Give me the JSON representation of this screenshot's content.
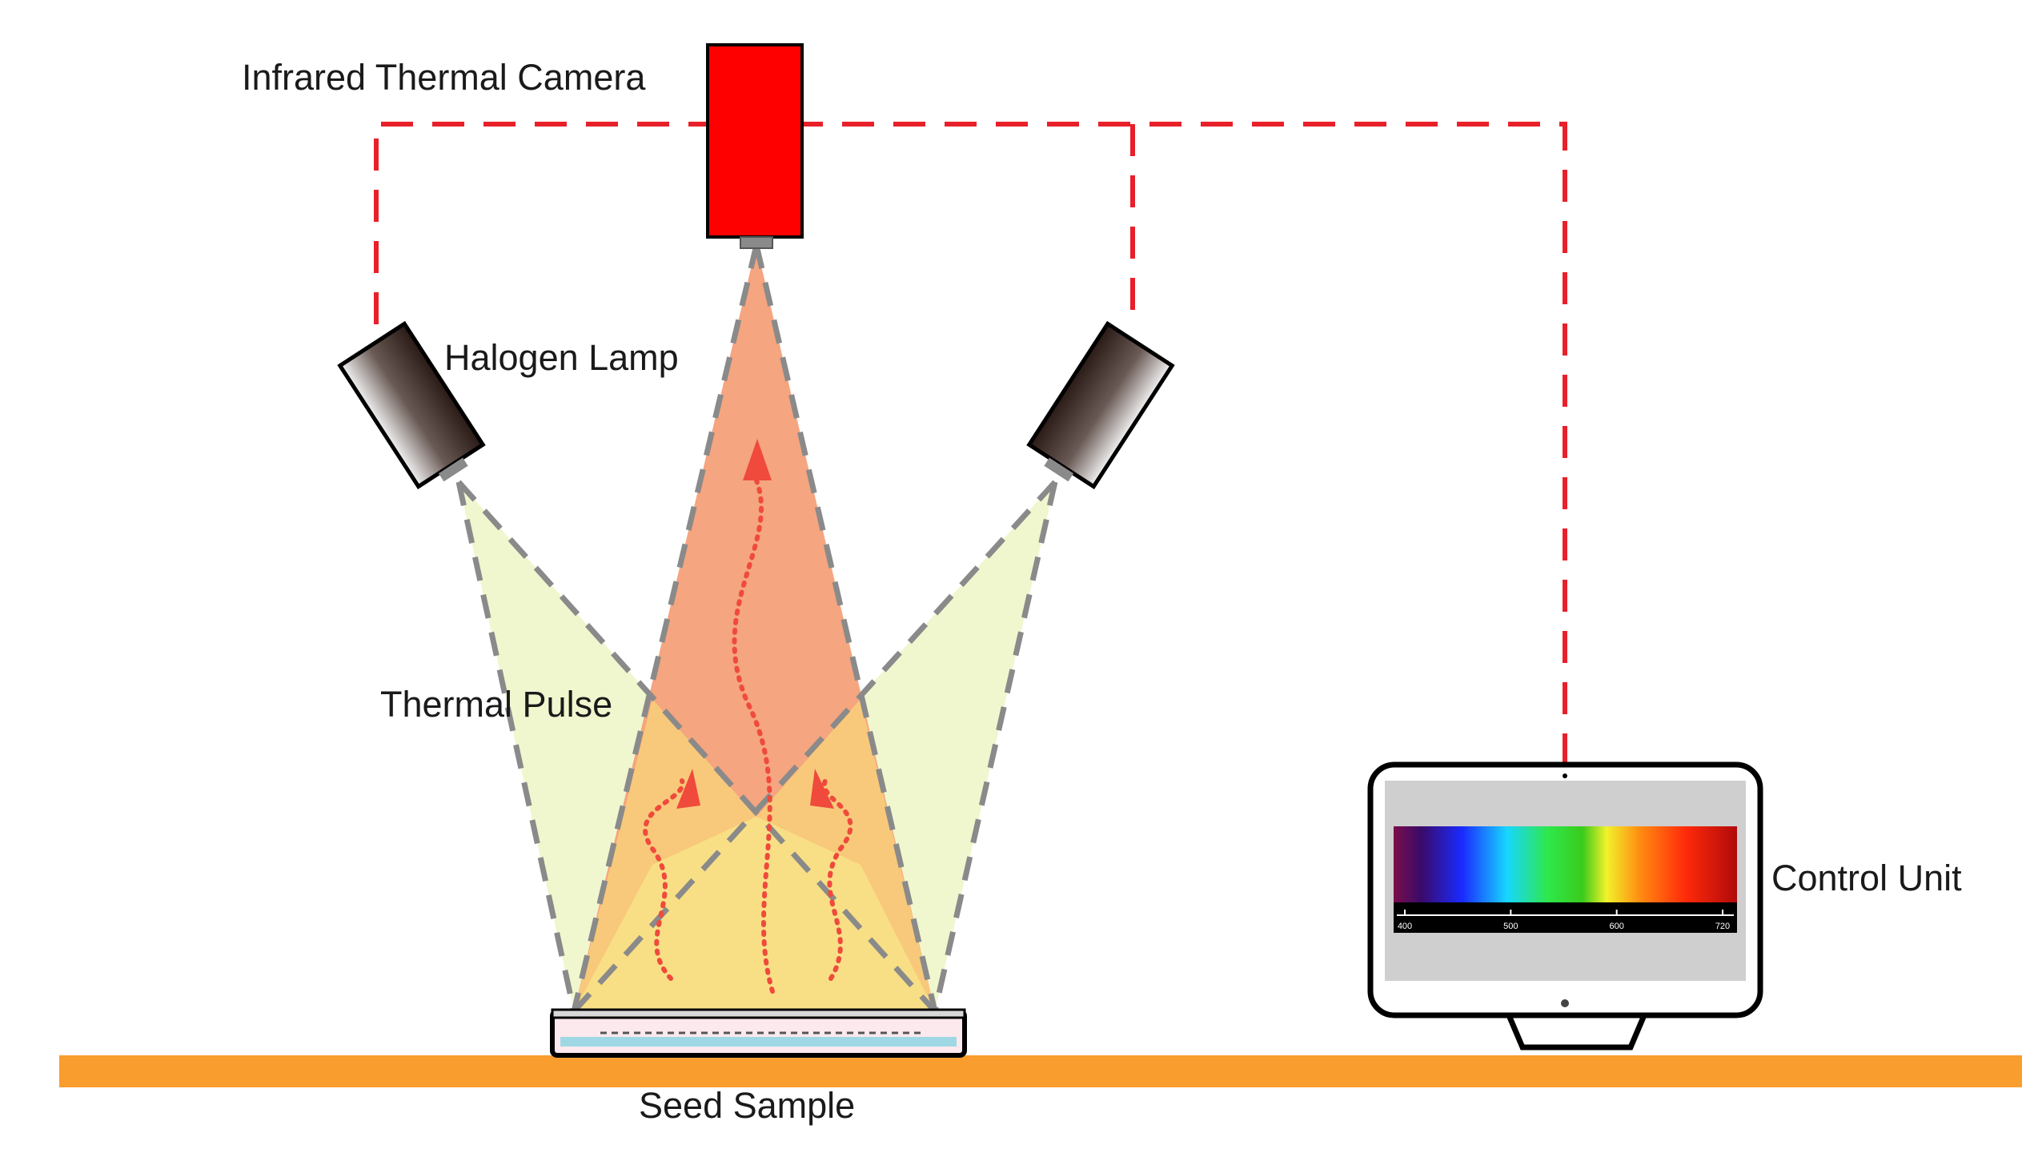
{
  "labels": {
    "camera": "Infrared Thermal Camera",
    "lamp": "Halogen Lamp",
    "pulse": "Thermal Pulse",
    "control": "Control Unit",
    "sample": "Seed Sample"
  },
  "spectrum_ticks": [
    "400",
    "500",
    "600",
    "720"
  ],
  "colors": {
    "camera": "#ff0000",
    "wire": "#e8202a",
    "floor": "#f99d2e",
    "camera_beam": "#f5a57f",
    "lamp_beam": "#f0f7cf",
    "overlap": "#f8c97a",
    "heated_zone": "#f8df86",
    "beam_edge": "#8a8a8a",
    "heat_arrows": "#ef4a3c"
  },
  "icons": [
    "camera-icon",
    "halogen-lamp-icon",
    "monitor-icon",
    "seed-tray-icon"
  ]
}
